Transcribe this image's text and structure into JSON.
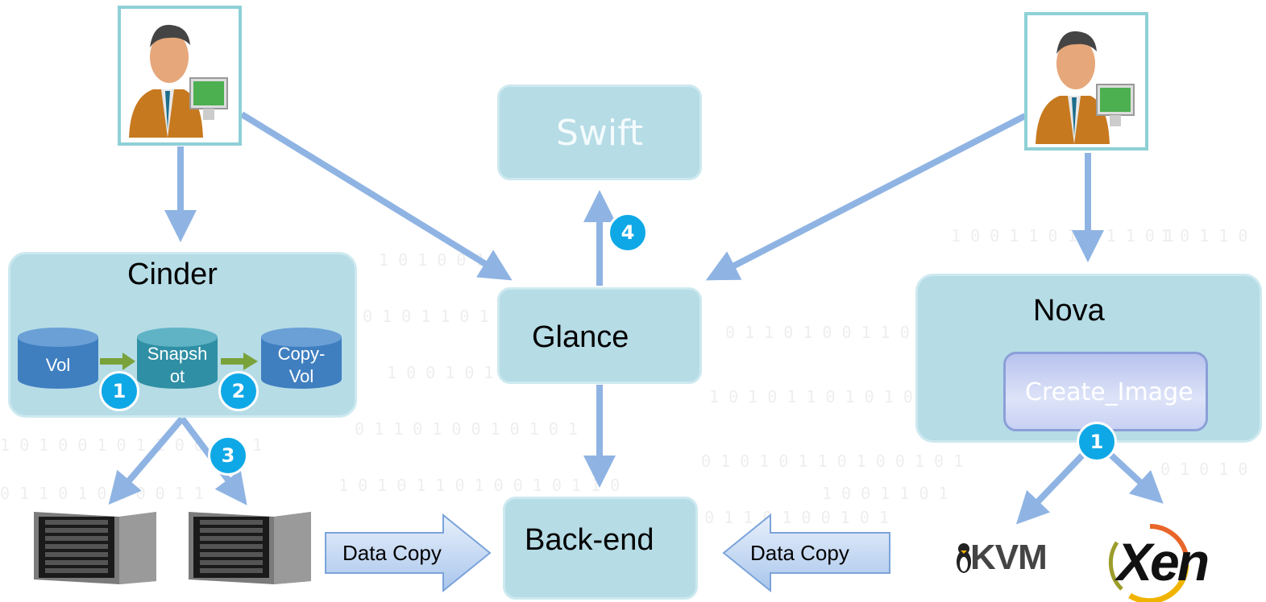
{
  "components": {
    "cinder": {
      "label": "Cinder"
    },
    "glance": {
      "label": "Glance"
    },
    "swift": {
      "label": "Swift"
    },
    "nova": {
      "label": "Nova"
    },
    "create_image": {
      "label": "Create_Image"
    },
    "backend": {
      "label": "Back-end"
    }
  },
  "volumes": {
    "vol": {
      "label": "Vol"
    },
    "snapshot": {
      "line1": "Snapsh",
      "line2": "ot"
    },
    "copy_vol": {
      "line1": "Copy-",
      "line2": "Vol"
    }
  },
  "steps": {
    "cinder_snapshot": "1",
    "cinder_copy": "2",
    "cinder_hosts": "3",
    "glance_swift": "4",
    "nova_hypervisor": "1"
  },
  "data_copy": {
    "left": "Data Copy",
    "right": "Data Copy"
  },
  "hypervisors": {
    "kvm": "KVM",
    "xen": "Xen"
  },
  "icons": {
    "user": "user-with-computer-icon",
    "server": "storage-server-icon"
  },
  "colors": {
    "box_fill": "#b6dce6",
    "arrow": "#8fb4e3",
    "badge": "#0fa8e6",
    "cylinder": "#3f7fc0",
    "snapshot": "#2f8fa4"
  }
}
